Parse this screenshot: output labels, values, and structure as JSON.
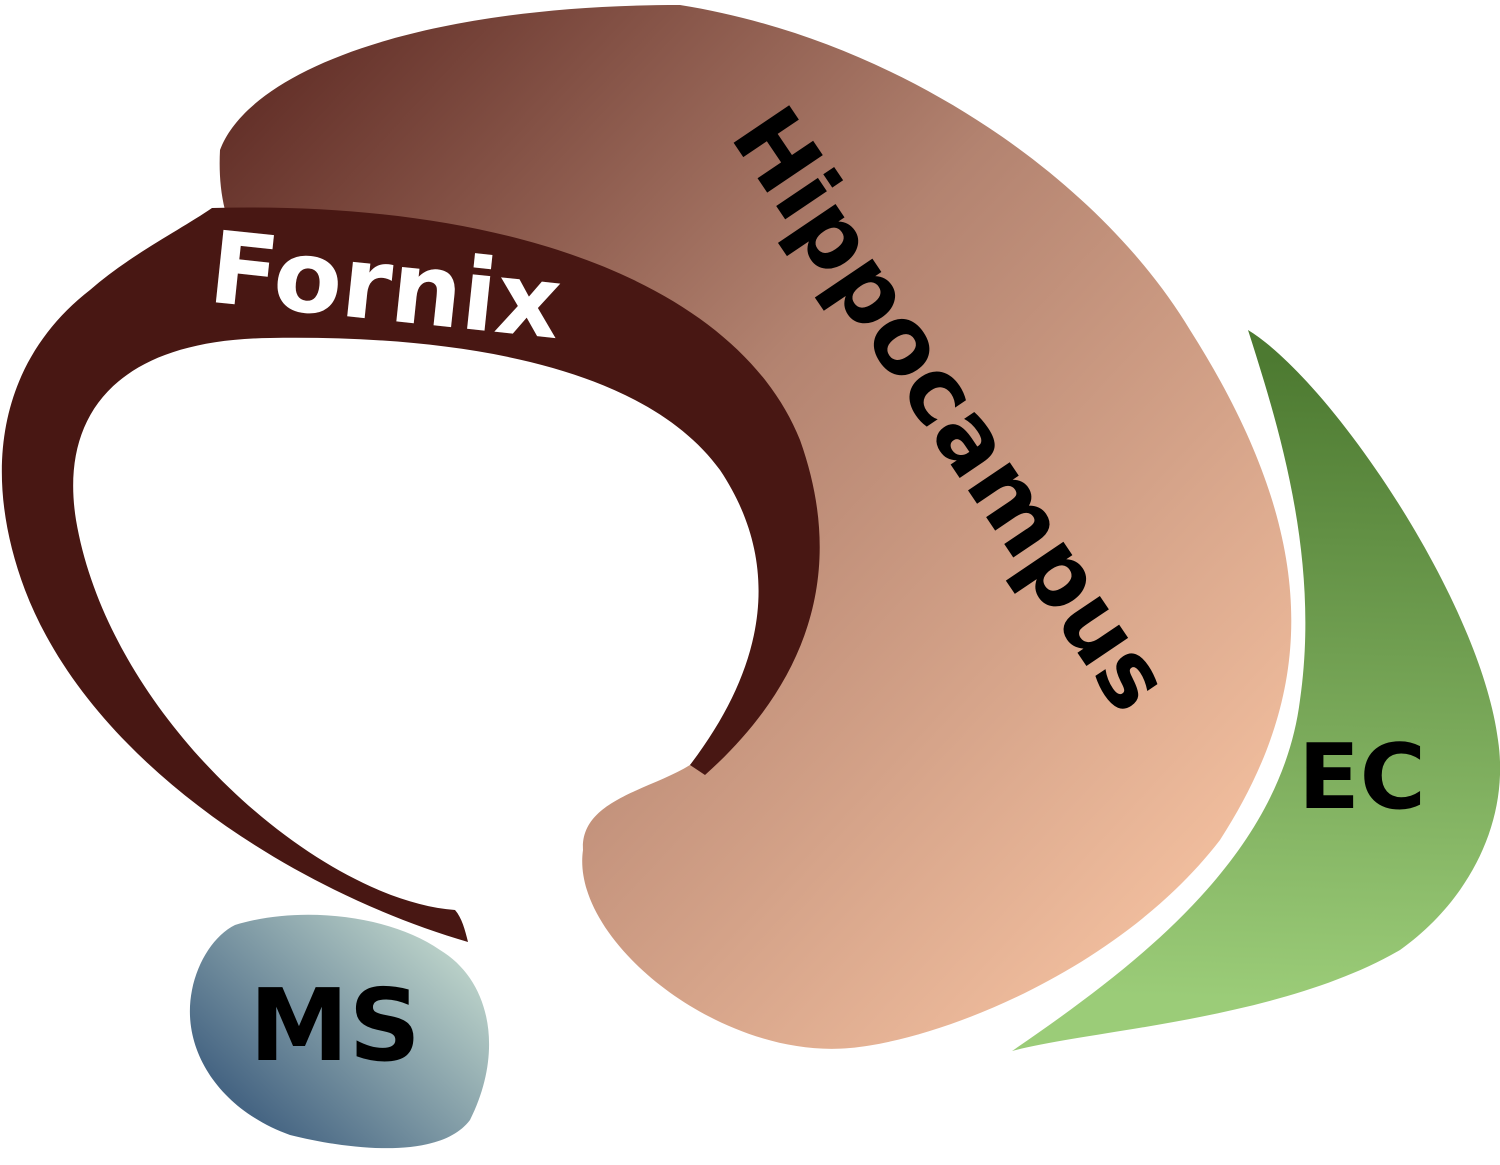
{
  "diagram": {
    "regions": {
      "hippocampus": {
        "label": "Hippocampus",
        "color_dark": "#5a2620",
        "color_mid": "#b38370",
        "color_light": "#fbc7a5"
      },
      "fornix": {
        "label": "Fornix",
        "color": "#481713"
      },
      "ec": {
        "label": "EC",
        "color_dark": "#4d7a31",
        "color_light": "#9bcc78"
      },
      "ms": {
        "label": "MS",
        "color_dark": "#466583",
        "color_light": "#c5dbcf"
      }
    },
    "label_colors": {
      "dark": "#000000",
      "light": "#ffffff"
    }
  }
}
